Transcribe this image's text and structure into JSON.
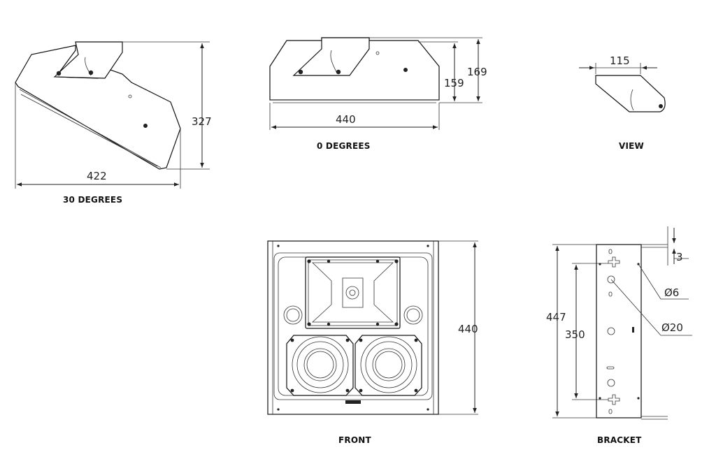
{
  "colors": {
    "line": "#222222",
    "background": "#ffffff"
  },
  "views": {
    "thirty": {
      "caption": "30 DEGREES",
      "height": "327",
      "width": "422"
    },
    "zero": {
      "caption": "0 DEGREES",
      "width": "440",
      "height_outer": "169",
      "height_inner": "159"
    },
    "view": {
      "caption": "VIEW",
      "width": "115"
    },
    "front": {
      "caption": "FRONT",
      "height": "440"
    },
    "bracket": {
      "caption": "BRACKET",
      "height_total": "447",
      "height_holes": "350",
      "thickness": "3",
      "hole_small": "Ø6",
      "hole_large": "Ø20"
    }
  }
}
